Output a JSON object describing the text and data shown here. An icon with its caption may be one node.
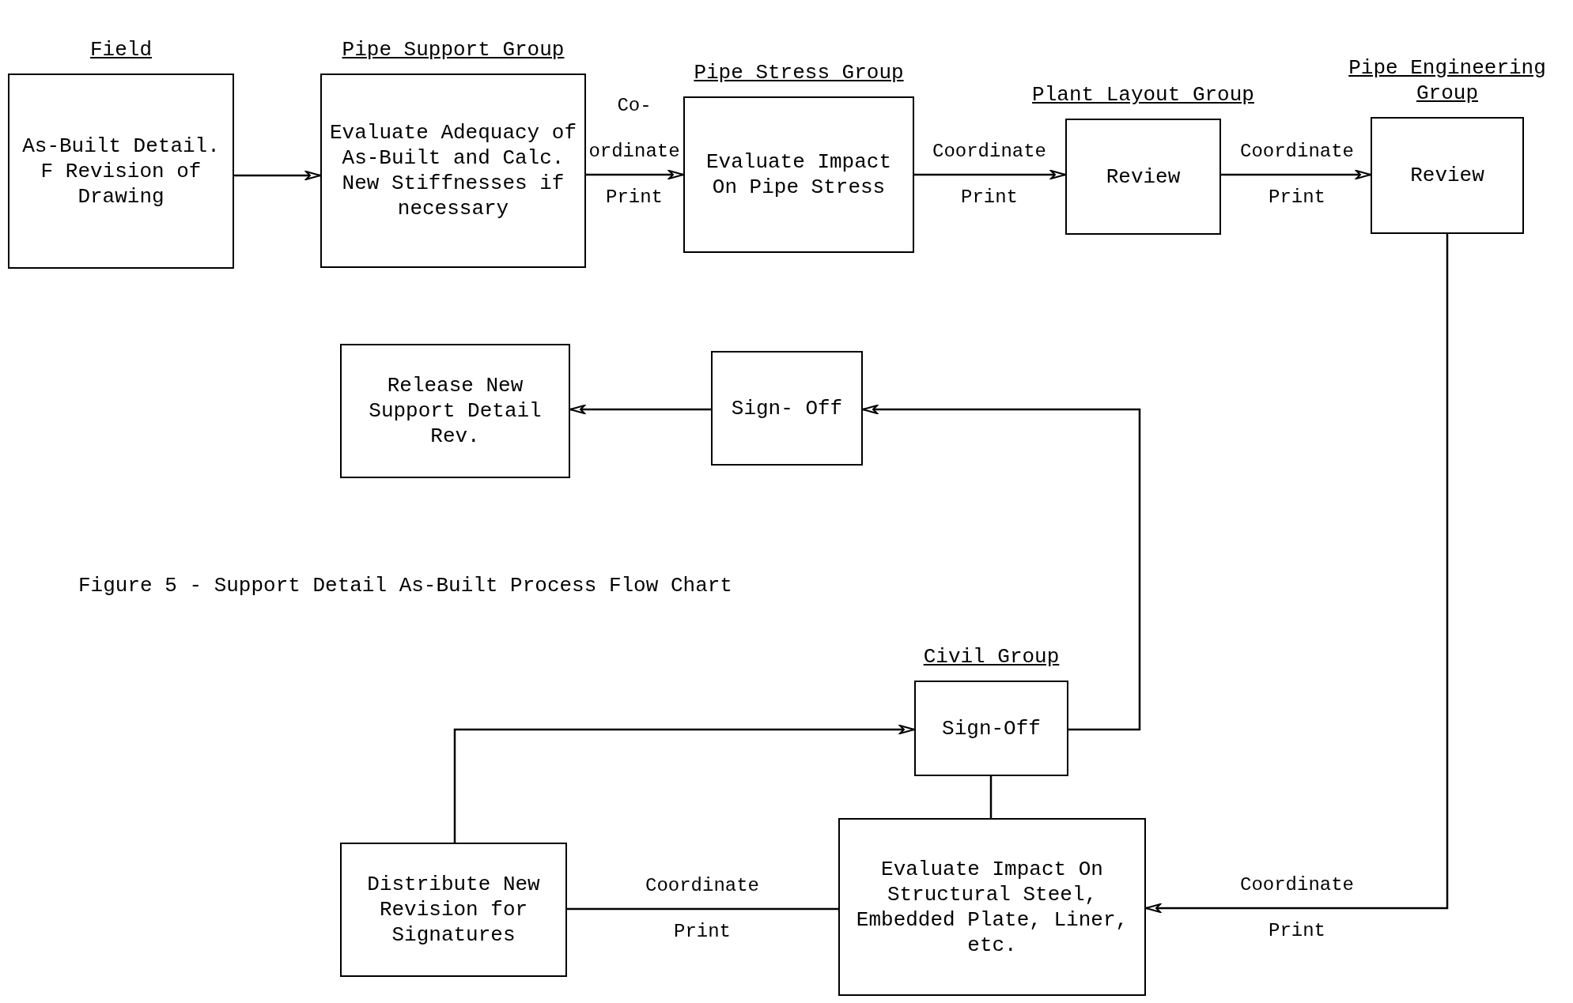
{
  "diagram": {
    "caption": "Figure 5 - Support Detail As-Built Process Flow Chart",
    "nodes": [
      {
        "text": [
          "Field",
          "As-Built Detail. F Revision of Drawing"
        ]
      },
      {
        "text": [
          "Pipe Support Group",
          "Evaluate Adequacy of As-Built and Calc. New Stiffnesses if necessary"
        ]
      },
      {
        "text": [
          "Pipe Stress Group",
          "Evaluate Impact On Pipe Stress"
        ]
      },
      {
        "text": [
          "Plant Layout Group",
          "Review"
        ]
      },
      {
        "text": [
          "Pipe Engineering Group",
          "Review"
        ]
      },
      {
        "text": [
          "Release New Support Detail Rev."
        ]
      },
      {
        "text": [
          "Sign- Off"
        ]
      },
      {
        "text": [
          "Civil Group",
          "Sign-Off"
        ]
      },
      {
        "text": [
          "Distribute New Revision for Signatures"
        ]
      },
      {
        "text": [
          "Evaluate Impact On Structural Steel, Embedded Plate, Liner, etc."
        ]
      }
    ],
    "edges": [
      {
        "from": 0,
        "to": 1,
        "arrow": "to"
      },
      {
        "from": 1,
        "to": 2,
        "arrow": "to",
        "label": "Co- ordinate Print"
      },
      {
        "from": 2,
        "to": 3,
        "arrow": "to",
        "label": "Coordinate Print"
      },
      {
        "from": 3,
        "to": 4,
        "arrow": "to",
        "label": "Coordinate Print"
      },
      {
        "from": 4,
        "to": 9,
        "arrow": "to",
        "label": "Coordinate Print"
      },
      {
        "from": 9,
        "to": 8,
        "arrow": "none",
        "label": "Coordinate Print"
      },
      {
        "from": 8,
        "to": 7,
        "arrow": "to"
      },
      {
        "from": 7,
        "to": 9,
        "arrow": "none"
      },
      {
        "from": 7,
        "to": 6,
        "arrow": "to"
      },
      {
        "from": 6,
        "to": 5,
        "arrow": "to"
      }
    ]
  }
}
